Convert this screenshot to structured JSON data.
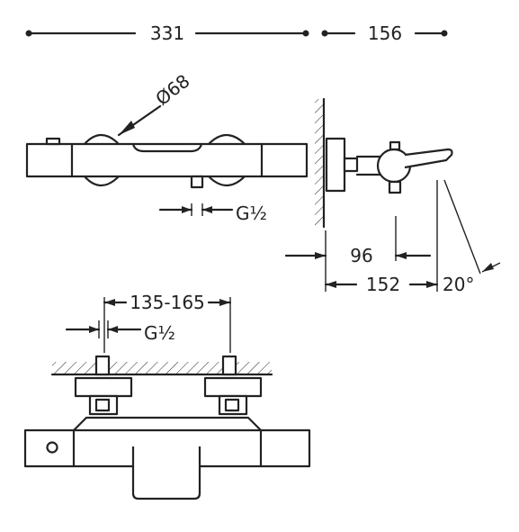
{
  "dimensions": {
    "overall_length": "331",
    "projection": "156",
    "handle_diameter": "Ø68",
    "outlet_thread_front": "G½",
    "wall_to_spout_center": "96",
    "wall_to_spout_tip": "152",
    "spout_angle": "20°",
    "inlet_spacing": "135-165",
    "inlet_thread": "G½"
  }
}
